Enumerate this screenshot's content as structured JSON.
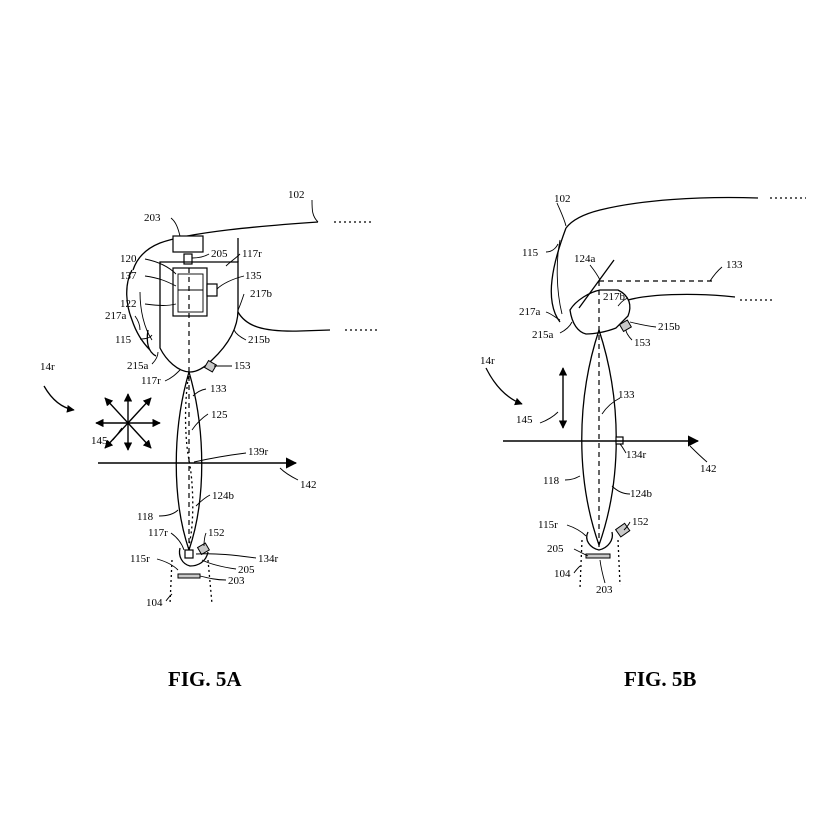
{
  "figures": [
    {
      "caption": "FIG. 5A",
      "labels": {
        "l102": "102",
        "l203": "203",
        "l205": "205",
        "l117r": "117r",
        "l120": "120",
        "l137": "137",
        "l135": "135",
        "l217b": "217b",
        "l122": "122",
        "l217a": "217a",
        "l115": "115",
        "l215b": "215b",
        "l215a": "215a",
        "l153": "153",
        "l117r2": "117r",
        "l14r": "14r",
        "l133": "133",
        "l125": "125",
        "l145": "145",
        "l139r": "139r",
        "l142": "142",
        "l124b": "124b",
        "l118": "118",
        "l117r3": "117r",
        "l152": "152",
        "l134r": "134r",
        "l115r": "115r",
        "l205b": "205",
        "l203b": "203",
        "l104": "104"
      }
    },
    {
      "caption": "FIG. 5B",
      "labels": {
        "l102": "102",
        "l115": "115",
        "l124a": "124a",
        "l133": "133",
        "l217b": "217b",
        "l217a": "217a",
        "l215b": "215b",
        "l215a": "215a",
        "l153": "153",
        "l14r": "14r",
        "l145": "145",
        "l133b": "133",
        "l134r": "134r",
        "l142": "142",
        "l118": "118",
        "l124b": "124b",
        "l115r": "115r",
        "l152": "152",
        "l205": "205",
        "l104": "104",
        "l203": "203"
      }
    }
  ]
}
